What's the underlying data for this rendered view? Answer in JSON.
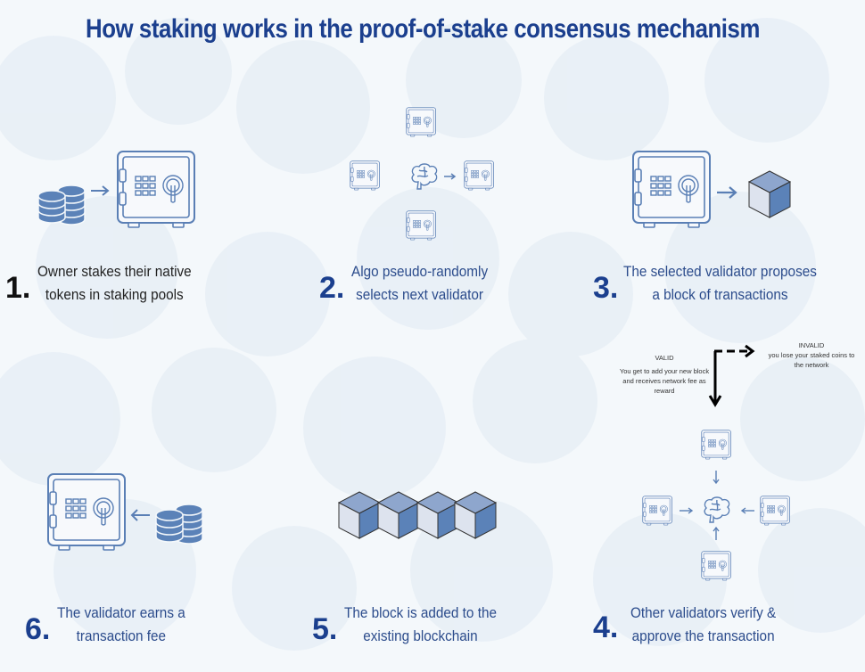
{
  "title": "How staking works in the proof-of-stake consensus mechanism",
  "colors": {
    "title": "#1b3f8e",
    "step_text": "#2c4c8c",
    "icon_stroke": "#5a7fb5",
    "coin_fill": "#5b82b8",
    "cube_left": "#dde3ee",
    "cube_top": "#8ea6cd",
    "cube_right": "#5b82b8",
    "background": "#f4f8fb"
  },
  "steps": [
    {
      "number": "1.",
      "line1": "Owner stakes their native",
      "line2": "tokens in staking pools",
      "icons": [
        "coins-icon",
        "arrow-right-icon",
        "safe-icon"
      ]
    },
    {
      "number": "2.",
      "line1": "Algo pseudo-randomly",
      "line2": "selects next validator",
      "icons": [
        "safe-icon",
        "brain-icon",
        "arrow-right-icon"
      ]
    },
    {
      "number": "3.",
      "line1": "The selected validator proposes",
      "line2": "a block of transactions",
      "icons": [
        "safe-icon",
        "arrow-right-icon",
        "cube-icon"
      ]
    },
    {
      "number": "4.",
      "line1": "Other validators verify &",
      "line2": "approve the transaction",
      "icons": [
        "safe-icon",
        "brain-icon",
        "arrow-icon"
      ]
    },
    {
      "number": "5.",
      "line1": "The block is added to the",
      "line2": "existing blockchain",
      "icons": [
        "cube-icon"
      ]
    },
    {
      "number": "6.",
      "line1": "The validator earns a",
      "line2": "transaction fee",
      "icons": [
        "safe-icon",
        "arrow-left-icon",
        "coins-icon"
      ]
    }
  ],
  "outcomes": {
    "valid": {
      "label": "VALID",
      "text1": "You get to add your new block",
      "text2": "and receives network fee as",
      "text3": "reward"
    },
    "invalid": {
      "label": "INVALID",
      "text1": "you lose your staked coins to",
      "text2": "the network"
    }
  }
}
